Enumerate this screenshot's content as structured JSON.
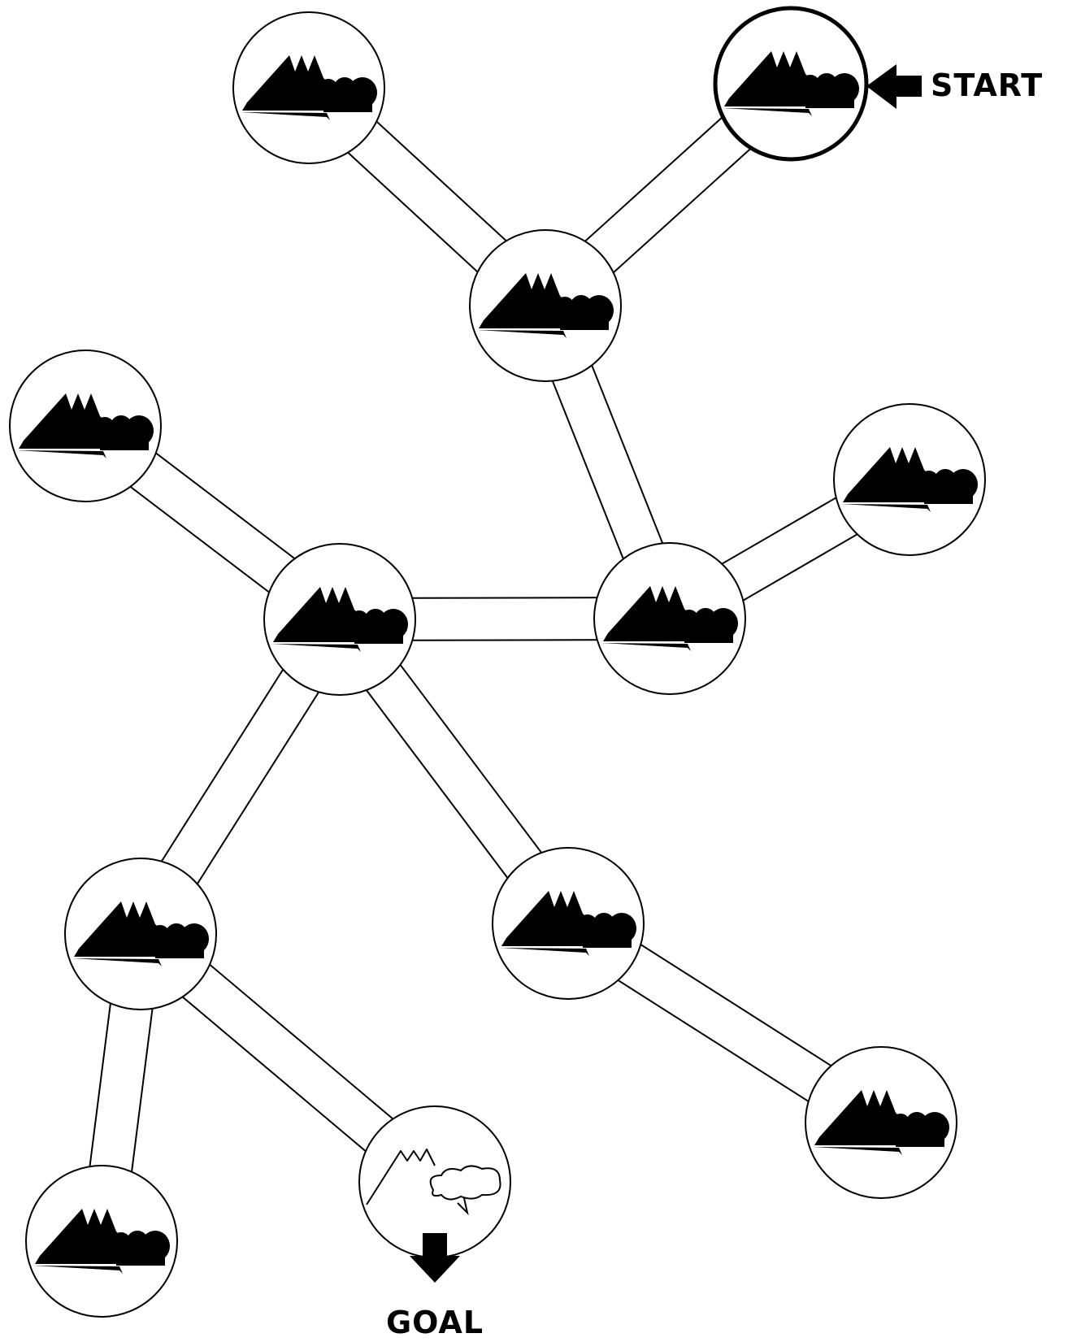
{
  "labels": {
    "start": "START",
    "goal": "GOAL"
  },
  "colors": {
    "ink": "#000000",
    "paper": "#ffffff"
  },
  "nodes": [
    {
      "id": "n1",
      "style": "filled"
    },
    {
      "id": "start",
      "style": "filled",
      "role": "start"
    },
    {
      "id": "n3",
      "style": "filled"
    },
    {
      "id": "n4",
      "style": "filled"
    },
    {
      "id": "n5",
      "style": "filled"
    },
    {
      "id": "n6",
      "style": "filled"
    },
    {
      "id": "n7",
      "style": "filled"
    },
    {
      "id": "n8",
      "style": "filled"
    },
    {
      "id": "n9",
      "style": "filled"
    },
    {
      "id": "n10",
      "style": "filled"
    },
    {
      "id": "n11",
      "style": "filled"
    },
    {
      "id": "goal",
      "style": "outline",
      "role": "goal"
    }
  ],
  "edges": [
    [
      "n1",
      "n3"
    ],
    [
      "start",
      "n3"
    ],
    [
      "n3",
      "n7"
    ],
    [
      "n4",
      "n5"
    ],
    [
      "n5",
      "n7"
    ],
    [
      "n6",
      "n7"
    ],
    [
      "n5",
      "n8"
    ],
    [
      "n5",
      "n9"
    ],
    [
      "n9",
      "n11"
    ],
    [
      "n8",
      "n10"
    ],
    [
      "n8",
      "goal"
    ]
  ]
}
